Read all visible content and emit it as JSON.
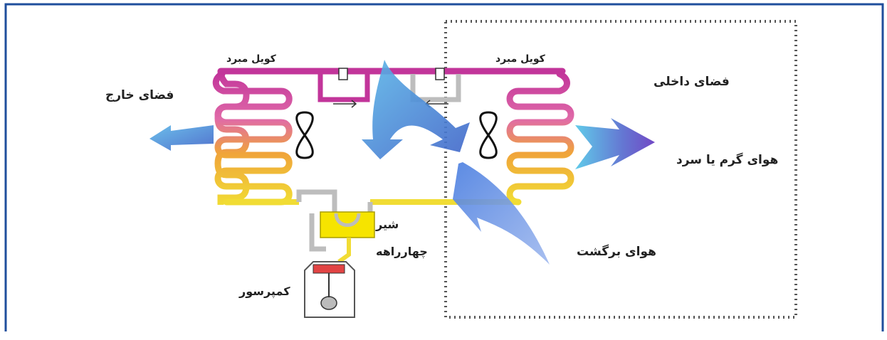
{
  "labels": {
    "coil_left": "کویل مبرد",
    "coil_right": "کویل مبرد",
    "outside": "فضای خارج",
    "inside": "فضای داخلی",
    "hot_cold_air": "هوای گرم یا سرد",
    "return_air": "هوای برگشت",
    "valve_line1": "شیر",
    "valve_line2": "چهارراهه",
    "compressor": "کمپرسور"
  },
  "colors": {
    "frame_border": "#1f4e9c",
    "pipe_magenta": "#c2359a",
    "pipe_pink": "#e06aa8",
    "pipe_orange": "#f0a43a",
    "pipe_yellow": "#f1dc34",
    "valve_yellow": "#f6e400",
    "arrow_blue": "#4d7fd4",
    "arrow_cyan": "#5bb7e8",
    "indoor_dots": "#555555"
  }
}
